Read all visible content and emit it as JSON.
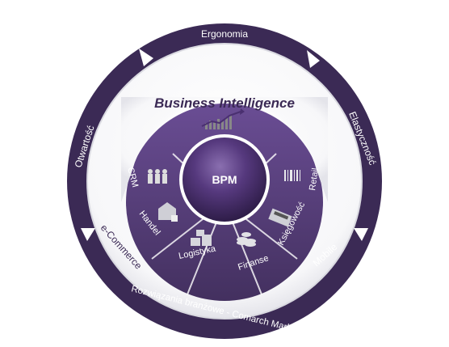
{
  "outer_ring": {
    "labels": {
      "top": "Ergonomia",
      "right": "Elastyczność",
      "left": "Otwartość",
      "bottom_right": "Mobile",
      "bottom": "Rozwiązania branżowe - Comarch Marketplace",
      "inner_left": "e-Commerce"
    }
  },
  "inner": {
    "title": "Business Intelligence",
    "bi_icon": "rising-chart-icon"
  },
  "core": {
    "label": "BPM"
  },
  "segments": [
    {
      "label": "CRM",
      "icon": "people-icon"
    },
    {
      "label": "Handel",
      "icon": "warehouse-icon"
    },
    {
      "label": "Logistyka",
      "icon": "boxes-icon"
    },
    {
      "label": "Finanse",
      "icon": "coins-icon"
    },
    {
      "label": "Księgowość",
      "icon": "calculator-icon"
    },
    {
      "label": "Retail",
      "icon": "barcode-icon"
    }
  ],
  "colors": {
    "dark_purple": "#3b2a55",
    "segment_purple": "#553c7a",
    "core_purple": "#4a3070",
    "ring_light": "#f4f4f6",
    "title_text": "#3b2a55"
  }
}
